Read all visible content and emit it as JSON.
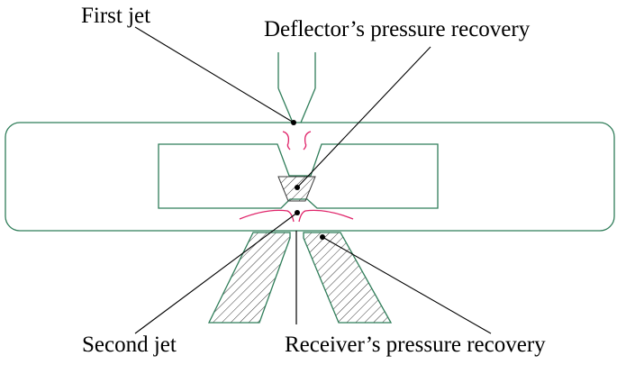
{
  "labels": {
    "first_jet": "First jet",
    "deflector_pressure_recovery": "Deflector’s pressure recovery",
    "second_jet": "Second jet",
    "receiver_pressure_recovery": "Receiver’s  pressure recovery"
  },
  "colors": {
    "body_outline": "#2f7d59",
    "flow_lines": "#e0246a",
    "leader_lines": "#000000",
    "hatch": "#3a3a3a",
    "background": "#ffffff"
  }
}
